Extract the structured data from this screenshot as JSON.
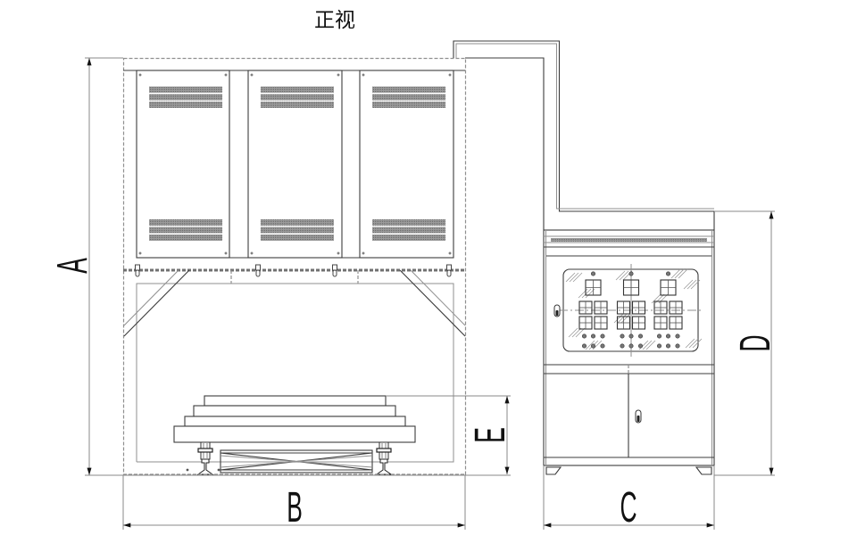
{
  "drawing": {
    "view_title": "正视",
    "dimensions": {
      "A": "A",
      "B": "B",
      "C": "C",
      "D": "D",
      "E": "E"
    }
  },
  "components": {
    "furnace_door_panels": 3,
    "vent_groups_per_panel": 2,
    "vent_bars_per_group": 3,
    "control_meter_columns": 3
  },
  "icons": {
    "control_panel_lock": "lock-icon",
    "cabinet_door_lock": "lock-icon",
    "dimension_arrow": "arrowhead-icon"
  },
  "colors": {
    "background": "#ffffff",
    "line": "#3c3c3c",
    "light_line": "#8f8f8f",
    "vent": "#8c8c8c",
    "text": "#111111"
  }
}
